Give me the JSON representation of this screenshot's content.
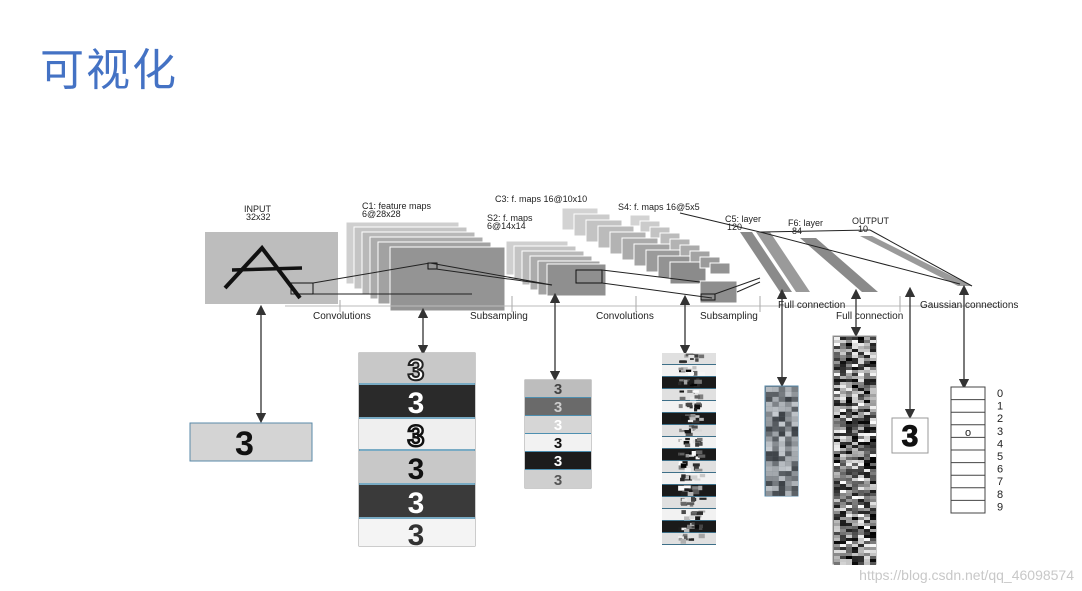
{
  "slide": {
    "title": "可视化"
  },
  "diagram": {
    "layers": {
      "input": {
        "name": "INPUT",
        "size": "32x32"
      },
      "c1": {
        "name": "C1: feature maps",
        "size": "6@28x28"
      },
      "s2": {
        "name": "S2: f. maps",
        "size": "6@14x14"
      },
      "c3": {
        "name": "C3: f. maps 16@10x10"
      },
      "s4": {
        "name": "S4: f. maps 16@5x5"
      },
      "c5": {
        "name": "C5: layer",
        "size": "120"
      },
      "f6": {
        "name": "F6: layer",
        "size": "84"
      },
      "output": {
        "name": "OUTPUT",
        "size": "10"
      }
    },
    "operations": {
      "conv1": "Convolutions",
      "sub1": "Subsampling",
      "conv2": "Convolutions",
      "sub2": "Subsampling",
      "full1": "Full connection",
      "full2": "Full connection",
      "gauss": "Gaussian connections"
    },
    "input_glyph": "A",
    "sample_digit": "3",
    "output_digits": [
      "0",
      "1",
      "2",
      "3",
      "4",
      "5",
      "6",
      "7",
      "8",
      "9"
    ],
    "active_marker": "o"
  },
  "watermark": "https://blog.csdn.net/qq_46098574"
}
